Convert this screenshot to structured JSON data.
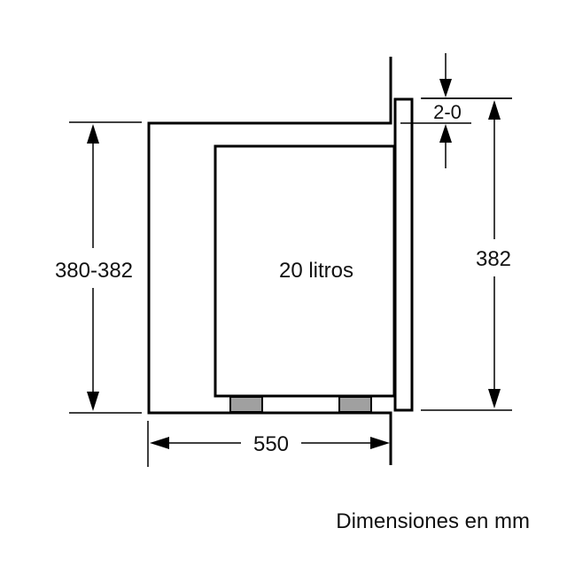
{
  "diagram": {
    "labels": {
      "height_left": "380-382",
      "height_right": "382",
      "gap_top": "2-0",
      "depth": "550",
      "capacity": "20 litros"
    },
    "caption": "Dimensiones en mm",
    "colors": {
      "line": "#000000",
      "feet": "#a0a0a0",
      "background": "#ffffff"
    }
  }
}
